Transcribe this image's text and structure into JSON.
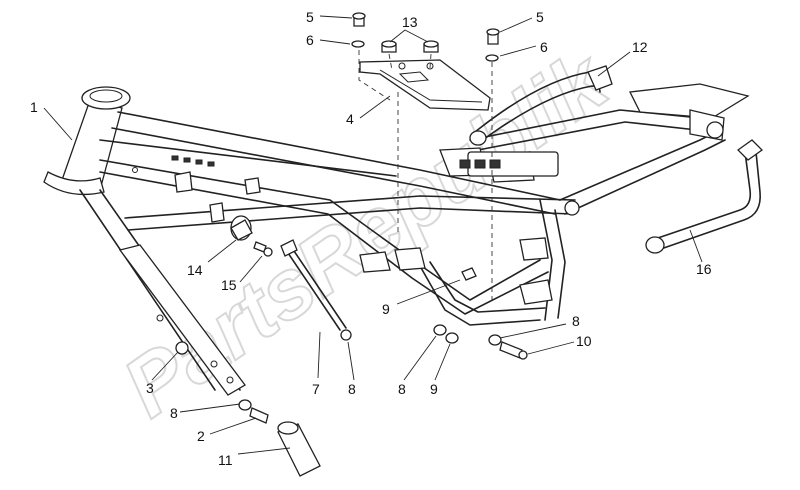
{
  "watermark": "PartsRepublik",
  "callouts": [
    {
      "id": "c1",
      "text": "1"
    },
    {
      "id": "c2",
      "text": "2"
    },
    {
      "id": "c3",
      "text": "3"
    },
    {
      "id": "c4",
      "text": "4"
    },
    {
      "id": "c5a",
      "text": "5"
    },
    {
      "id": "c5b",
      "text": "5"
    },
    {
      "id": "c6a",
      "text": "6"
    },
    {
      "id": "c6b",
      "text": "6"
    },
    {
      "id": "c7",
      "text": "7"
    },
    {
      "id": "c8a",
      "text": "8"
    },
    {
      "id": "c8b",
      "text": "8"
    },
    {
      "id": "c8c",
      "text": "8"
    },
    {
      "id": "c8d",
      "text": "8"
    },
    {
      "id": "c9a",
      "text": "9"
    },
    {
      "id": "c9b",
      "text": "9"
    },
    {
      "id": "c10",
      "text": "10"
    },
    {
      "id": "c11",
      "text": "11"
    },
    {
      "id": "c12",
      "text": "12"
    },
    {
      "id": "c13",
      "text": "13"
    },
    {
      "id": "c14",
      "text": "14"
    },
    {
      "id": "c15",
      "text": "15"
    },
    {
      "id": "c16",
      "text": "16"
    }
  ]
}
